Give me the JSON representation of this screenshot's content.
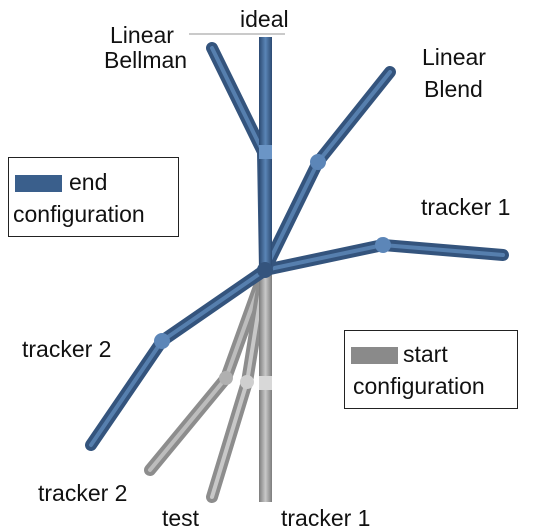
{
  "labels": {
    "ideal": "ideal",
    "linear_bellman_1": "Linear",
    "linear_bellman_2": "Bellman",
    "linear_blend_1": "Linear",
    "linear_blend_2": "Blend",
    "tracker1_end": "tracker 1",
    "tracker2_end": "tracker 2",
    "tracker2_start": "tracker 2",
    "test": "test",
    "tracker1_start": "tracker 1"
  },
  "legend": {
    "end": {
      "word1": "end",
      "word2": "configuration",
      "color": "#3A5F8C"
    },
    "start": {
      "word1": "start",
      "word2": "configuration",
      "color": "#8A8A8A"
    }
  },
  "colors": {
    "end_chain": "#3A5F8C",
    "end_chain_light": "#5C86B8",
    "start_chain": "#9A9A9A",
    "start_chain_light": "#C8C8C8"
  }
}
